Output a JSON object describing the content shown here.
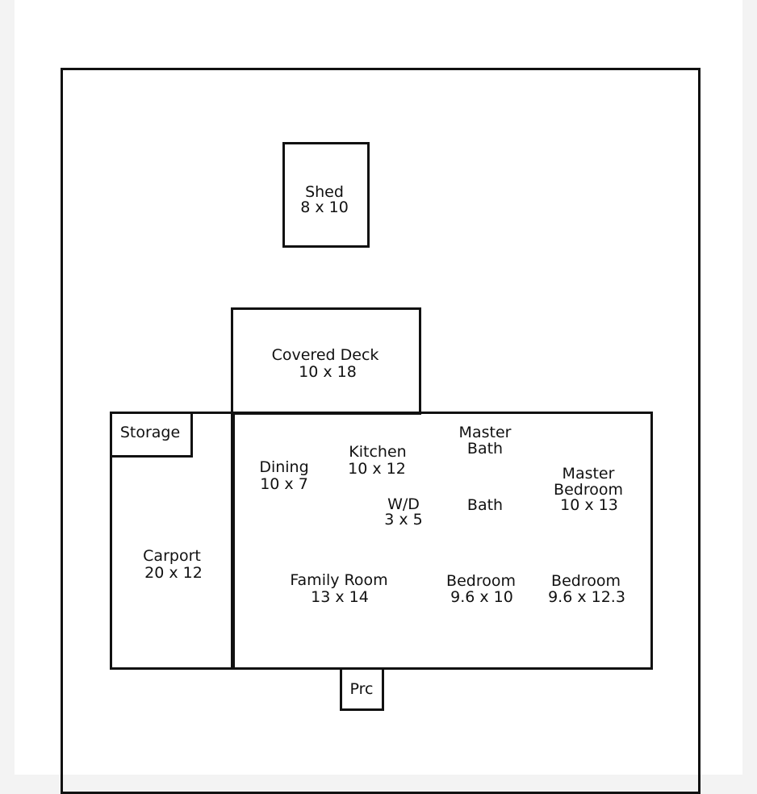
{
  "rooms": {
    "shed": {
      "name": "Shed",
      "size": "8 x 10"
    },
    "covered_deck": {
      "name": "Covered Deck",
      "size": "10 x 18"
    },
    "storage": {
      "name": "Storage"
    },
    "carport": {
      "name": "Carport",
      "size": "20 x 12"
    },
    "dining": {
      "name": "Dining",
      "size": "10 x 7"
    },
    "kitchen": {
      "name": "Kitchen",
      "size": "10 x 12"
    },
    "master_bath": {
      "name": "Master\nBath"
    },
    "master_bedroom": {
      "name": "Master\nBedroom",
      "size": "10 x 13"
    },
    "wd": {
      "name": "W/D",
      "size": "3 x 5"
    },
    "bath": {
      "name": "Bath"
    },
    "family_room": {
      "name": "Family Room",
      "size": "13 x 14"
    },
    "bedroom_1": {
      "name": "Bedroom",
      "size": "9.6 x 10"
    },
    "bedroom_2": {
      "name": "Bedroom",
      "size": "9.6 x 12.3"
    },
    "porch": {
      "name": "Prc"
    }
  },
  "colors": {
    "line": "#111111",
    "paper": "#ffffff",
    "margin": "#f3f3f3"
  }
}
